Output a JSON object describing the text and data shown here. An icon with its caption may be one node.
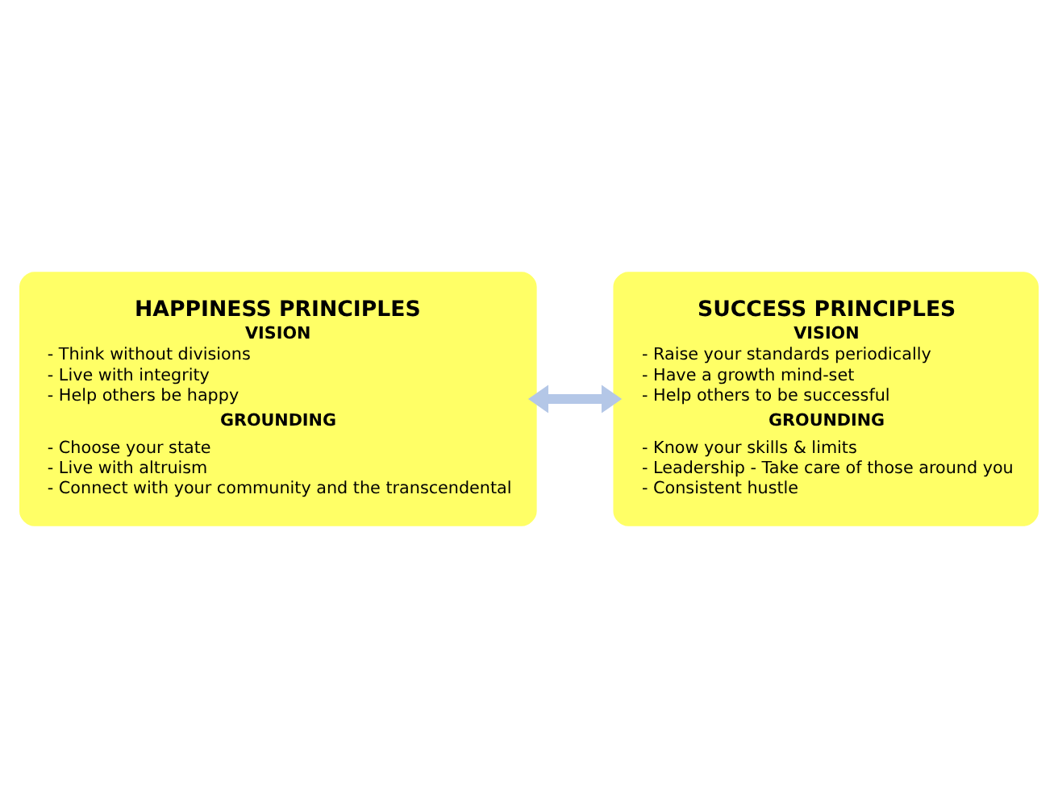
{
  "diagram": {
    "nodes": [
      {
        "text": [
          "HAPPINESS PRINCIPLES",
          "VISION",
          "- Think without divisions",
          "- Live with integrity",
          "- Help others be happy",
          "GROUNDING",
          "- Choose your state",
          "- Live with altruism",
          "- Connect with your community and the transcendental"
        ]
      },
      {
        "text": [
          "SUCCESS PRINCIPLES",
          "VISION",
          "- Raise your standards periodically",
          "- Have a growth mind-set",
          "- Help others to be successful",
          "GROUNDING",
          "- Know your skills & limits",
          "- Leadership - Take care of those around you",
          "- Consistent hustle"
        ]
      }
    ],
    "edges": [
      {
        "from": 0,
        "to": 1,
        "arrow": "both",
        "color": "#b4c7e7"
      }
    ]
  }
}
